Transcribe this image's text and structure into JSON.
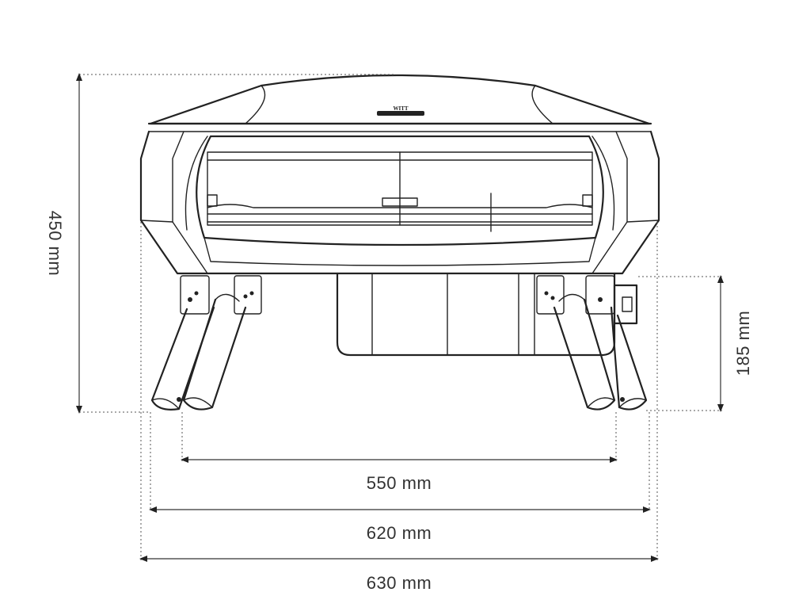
{
  "dimensions": {
    "height_total": "450 mm",
    "height_base": "185 mm",
    "width_feet": "550 mm",
    "width_body": "620 mm",
    "width_total": "630 mm"
  },
  "brand": {
    "logo_text": "WITT"
  },
  "colors": {
    "line": "#222222",
    "dimension": "#333333",
    "background": "#ffffff"
  }
}
